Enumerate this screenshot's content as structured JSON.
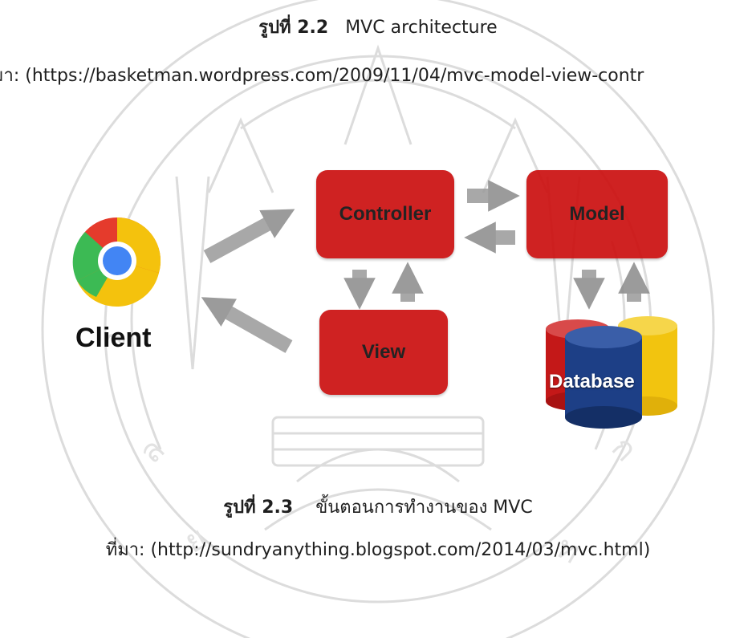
{
  "figure_2_2": {
    "number": "รูปที่ 2.2",
    "title": "MVC architecture",
    "source": "มา: (https://basketman.wordpress.com/2009/11/04/mvc-model-view-contr"
  },
  "diagram": {
    "client_label": "Client",
    "controller_label": "Controller",
    "model_label": "Model",
    "view_label": "View",
    "database_label": "Database",
    "icons": {
      "client": "chrome-browser-icon",
      "database": "database-cylinders-icon",
      "arrow": "arrow-icon"
    },
    "colors": {
      "component_box": "#cc1010",
      "arrow": "#8a8a8a",
      "db_red": "#c41818",
      "db_blue": "#1d3f86",
      "db_yellow": "#f2c40f"
    }
  },
  "figure_2_3": {
    "number": "รูปที่ 2.3",
    "title": "ขั้นตอนการทำงานของ MVC",
    "source": "ที่มา: (http://sundryanything.blogspot.com/2014/03/mvc.html)"
  },
  "watermark": {
    "icon": "university-seal-watermark",
    "color": "#d8d8d8"
  }
}
